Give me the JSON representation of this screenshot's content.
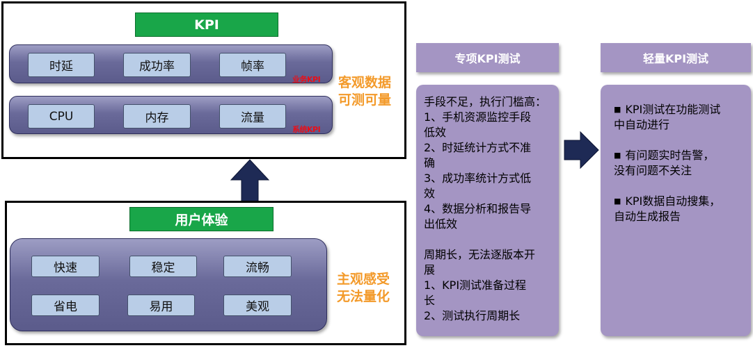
{
  "kpi_section": {
    "title": "KPI",
    "business_row": {
      "items": [
        "时延",
        "成功率",
        "帧率"
      ],
      "tag": "业务KPI"
    },
    "system_row": {
      "items": [
        "CPU",
        "内存",
        "流量"
      ],
      "tag": "系统KPI"
    },
    "note": [
      "客观数据",
      "可测可量"
    ]
  },
  "ux_section": {
    "title": "用户体验",
    "row1": [
      "快速",
      "稳定",
      "流畅"
    ],
    "row2": [
      "省电",
      "易用",
      "美观"
    ],
    "note": [
      "主观感受",
      "无法量化"
    ]
  },
  "special_test": {
    "header": "专项KPI测试",
    "lines": [
      "手段不足，执行门槛高：",
      "1、手机资源监控手段",
      "低效",
      "2、时延统计方式不准",
      "确",
      "3、成功率统计方式低",
      "效",
      "4、数据分析和报告导",
      "出低效",
      "",
      "周期长，无法逐版本开",
      "展",
      " 1、KPI测试准备过程",
      "长",
      " 2、测试执行周期长"
    ]
  },
  "light_test": {
    "header": "轻量KPI测试",
    "bullets": [
      [
        "KPI测试在功能测试",
        "中自动进行"
      ],
      [
        "有问题实时告警，",
        "没有问题不关注"
      ],
      [
        "KPI数据自动搜集，",
        "自动生成报告"
      ]
    ]
  },
  "colors": {
    "green": "#19a649",
    "bar_blue": "#6a6a9a",
    "chip": "#b9cde7",
    "orange": "#f39a2a",
    "red": "#e8101a",
    "purple": "#a495c3",
    "arrow": "#1e2a55"
  }
}
